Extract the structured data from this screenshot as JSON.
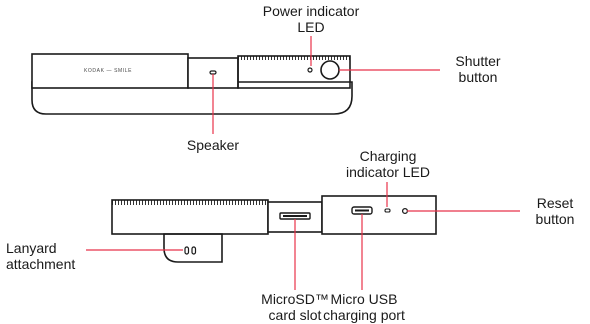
{
  "brand_text": "KODAK — SMILE",
  "labels": {
    "power_led": [
      "Power indicator",
      "LED"
    ],
    "shutter": [
      "Shutter",
      "button"
    ],
    "speaker": [
      "Speaker"
    ],
    "charging_led": [
      "Charging",
      "indicator LED"
    ],
    "reset": [
      "Reset",
      "button"
    ],
    "lanyard": [
      "Lanyard",
      "attachment"
    ],
    "microsd": [
      "MicroSD™",
      "card slot"
    ],
    "micro_usb": [
      "Micro USB",
      "charging port"
    ]
  },
  "colors": {
    "stroke": "#1a1a1a",
    "accent_line": "#e8334a",
    "fill": "#ffffff"
  },
  "icons": {
    "grip": "hatched-texture"
  }
}
